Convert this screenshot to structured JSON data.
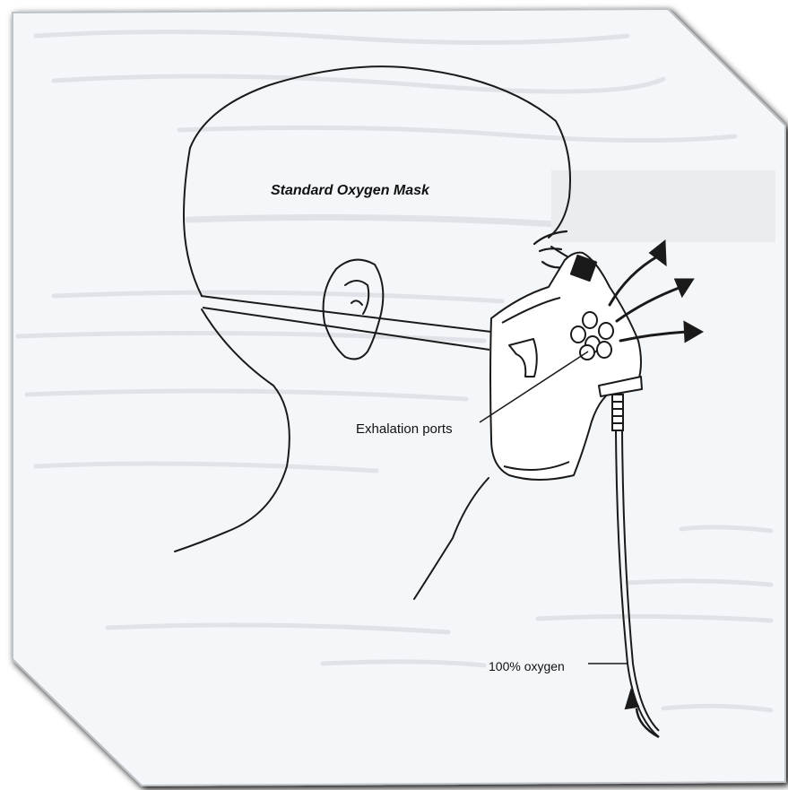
{
  "figure": {
    "title": "Standard Oxygen Mask",
    "labels": {
      "exhalation_ports": "Exhalation ports",
      "oxygen_supply": "100% oxygen"
    }
  },
  "colors": {
    "paper": "#f4f7f9",
    "ink": "#1a1a1a",
    "bleed_through": "#c9ced6",
    "frame_shadow": "#b8bcc2"
  },
  "icons": {
    "arrows": "exhaled-air-arrows",
    "ports": "exhalation-port-circles"
  }
}
